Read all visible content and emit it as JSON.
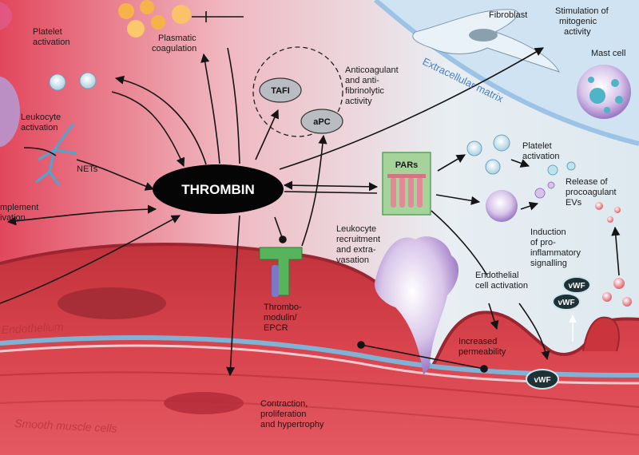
{
  "labels": {
    "thrombin": "THROMBIN",
    "platelet_activation_left": [
      "Platelet",
      "activation"
    ],
    "plasmatic_coagulation": [
      "Plasmatic",
      "coagulation"
    ],
    "anticoagulant": [
      "Anticoagulant",
      "and anti-",
      "fibrinolytic",
      "activity"
    ],
    "tafi": "TAFI",
    "apc": "aPC",
    "fibroblast": "Fibroblast",
    "stimulation_mitogenic": [
      "Stimulation of",
      "mitogenic",
      "activity"
    ],
    "mast_cell": "Mast cell",
    "extracellular_matrix": "Extracellular matrix",
    "leukocyte_activation": [
      "Leukocyte",
      "activation"
    ],
    "nets": "NETs",
    "complement_activation": [
      "mplement",
      "ivation"
    ],
    "pars": "PARs",
    "platelet_activation_right": [
      "Platelet",
      "activation"
    ],
    "release_procoagulant": [
      "Release of",
      "procoagulant",
      "EVs"
    ],
    "leukocyte_recruitment": [
      "Leukocyte",
      "recruitment",
      "and extra-",
      "vasation"
    ],
    "induction_proinflammatory": [
      "Induction",
      "of pro-",
      "inflammatory",
      "signalling"
    ],
    "endothelial_activation": [
      "Endothelial",
      "cell activation"
    ],
    "thrombomodulin": [
      "Thrombo-",
      "modulin/",
      "EPCR"
    ],
    "endothelium": "Endothelium",
    "increased_permeability": [
      "Increased",
      "permeability"
    ],
    "vwf": "vWF",
    "smooth_muscle": "Smooth muscle cells",
    "contraction": [
      "Contraction,",
      "proliferation",
      "and hypertrophy"
    ]
  },
  "colors": {
    "vessel_red": "#d73c45",
    "endothelium_red": "#c9343d",
    "ecm_blue": "#c7dcef",
    "thrombin_fill": "#050505",
    "pars_green": "#a6d39a",
    "thrombomodulin_green": "#57b35c"
  }
}
